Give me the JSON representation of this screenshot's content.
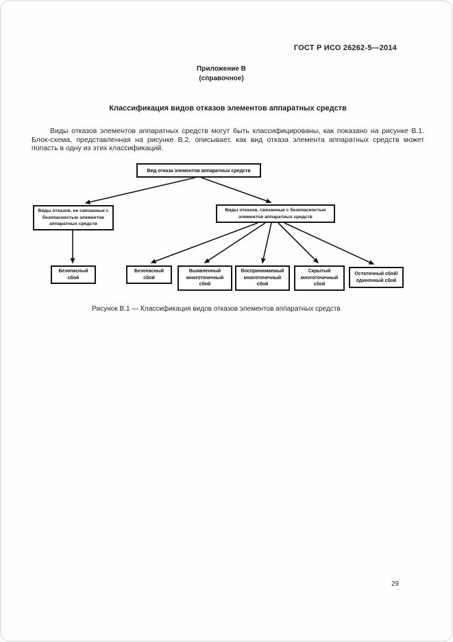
{
  "doc": {
    "header": "ГОСТ Р ИСО 26262-5—2014",
    "annex": {
      "label": "Приложение В",
      "type": "(справочное)"
    },
    "section_title": "Классификация видов отказов элементов аппаратных средств",
    "body_paragraph": "Виды отказов элементов аппаратных средств могут быть классифицированы, как показано на рисунке В.1. Блок-схема, представленная на рисунке В.2, описывает, как вид отказа элемента аппаратных средств может попасть в одну из этих классификаций.",
    "figure_caption": "Рисунок В.1 — Классификация видов отказов элементов аппаратных средств",
    "page_number": "29"
  },
  "diagram": {
    "type": "flowchart",
    "root": "Вид отказа элементов аппаратных средств",
    "left_branch": "Виды отказов, не связанные с безопасностью элементов аппаратных средств",
    "right_branch": "Виды отказов, связанные с безопасностью элементов аппаратных средств",
    "leaves": [
      {
        "label": "Безопасный сбой",
        "parent": "left_branch"
      },
      {
        "label": "Безопасный сбой",
        "parent": "right_branch"
      },
      {
        "label": "Выявленный многоточечный сбой",
        "parent": "right_branch"
      },
      {
        "label": "Воспринимаемый многоточечный сбой",
        "parent": "right_branch"
      },
      {
        "label": "Скрытый многоточечный сбой",
        "parent": "right_branch"
      },
      {
        "label": "Остаточный сбой/ одиночный сбой",
        "parent": "right_branch"
      }
    ],
    "colors": {
      "box_border": "#141414",
      "box_bg": "#ffffff",
      "text": "#111111",
      "arrow": "#141414"
    }
  }
}
